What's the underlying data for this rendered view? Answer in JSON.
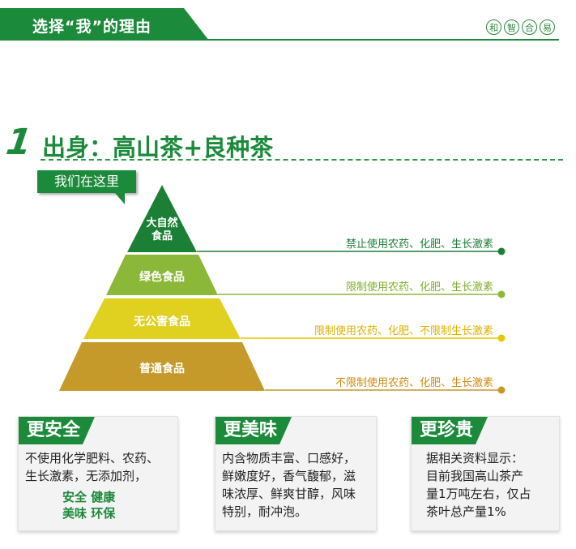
{
  "header": {
    "title": "选择“我”的理由",
    "seals": [
      "和",
      "智",
      "合",
      "易"
    ]
  },
  "section": {
    "number": "1",
    "title": "出身：高山茶+良种茶"
  },
  "callout": "我们在这里",
  "pyramid": {
    "tiers": [
      {
        "label_line1": "大自然",
        "label_line2": "食品",
        "color": "#1b7f36",
        "note": "禁止使用农药、化肥、生长激素",
        "note_color": "#1b7f36"
      },
      {
        "label_line1": "绿色食品",
        "label_line2": "",
        "color": "#8cb83a",
        "note": "限制使用农药、化肥、生长激素",
        "note_color": "#7fae2a"
      },
      {
        "label_line1": "无公害食品",
        "label_line2": "",
        "color": "#e0d020",
        "note": "限制使用农药、化肥、不限制生长激素",
        "note_color": "#e0b800"
      },
      {
        "label_line1": "普通食品",
        "label_line2": "",
        "color": "#c69a2a",
        "note": "不限制使用农药、化肥、生长激素",
        "note_color": "#d08a10"
      }
    ]
  },
  "cards": [
    {
      "title": "更安全",
      "lines": [
        "不使用化学肥料、农药、",
        "生长激素，无添加剂，"
      ],
      "tags": [
        "安全  健康",
        "美味  环保"
      ]
    },
    {
      "title": "更美味",
      "lines": [
        "内含物质丰富、口感好，",
        "鲜嫩度好，香气馥郁，滋",
        "味浓厚、鲜爽甘醇，风味",
        "特别，耐冲泡。"
      ]
    },
    {
      "title": "更珍贵",
      "lines": [
        "据相关资料显示：",
        "目前我国高山茶产",
        "量1万吨左右，仅占",
        "茶叶总产量1%"
      ]
    }
  ]
}
